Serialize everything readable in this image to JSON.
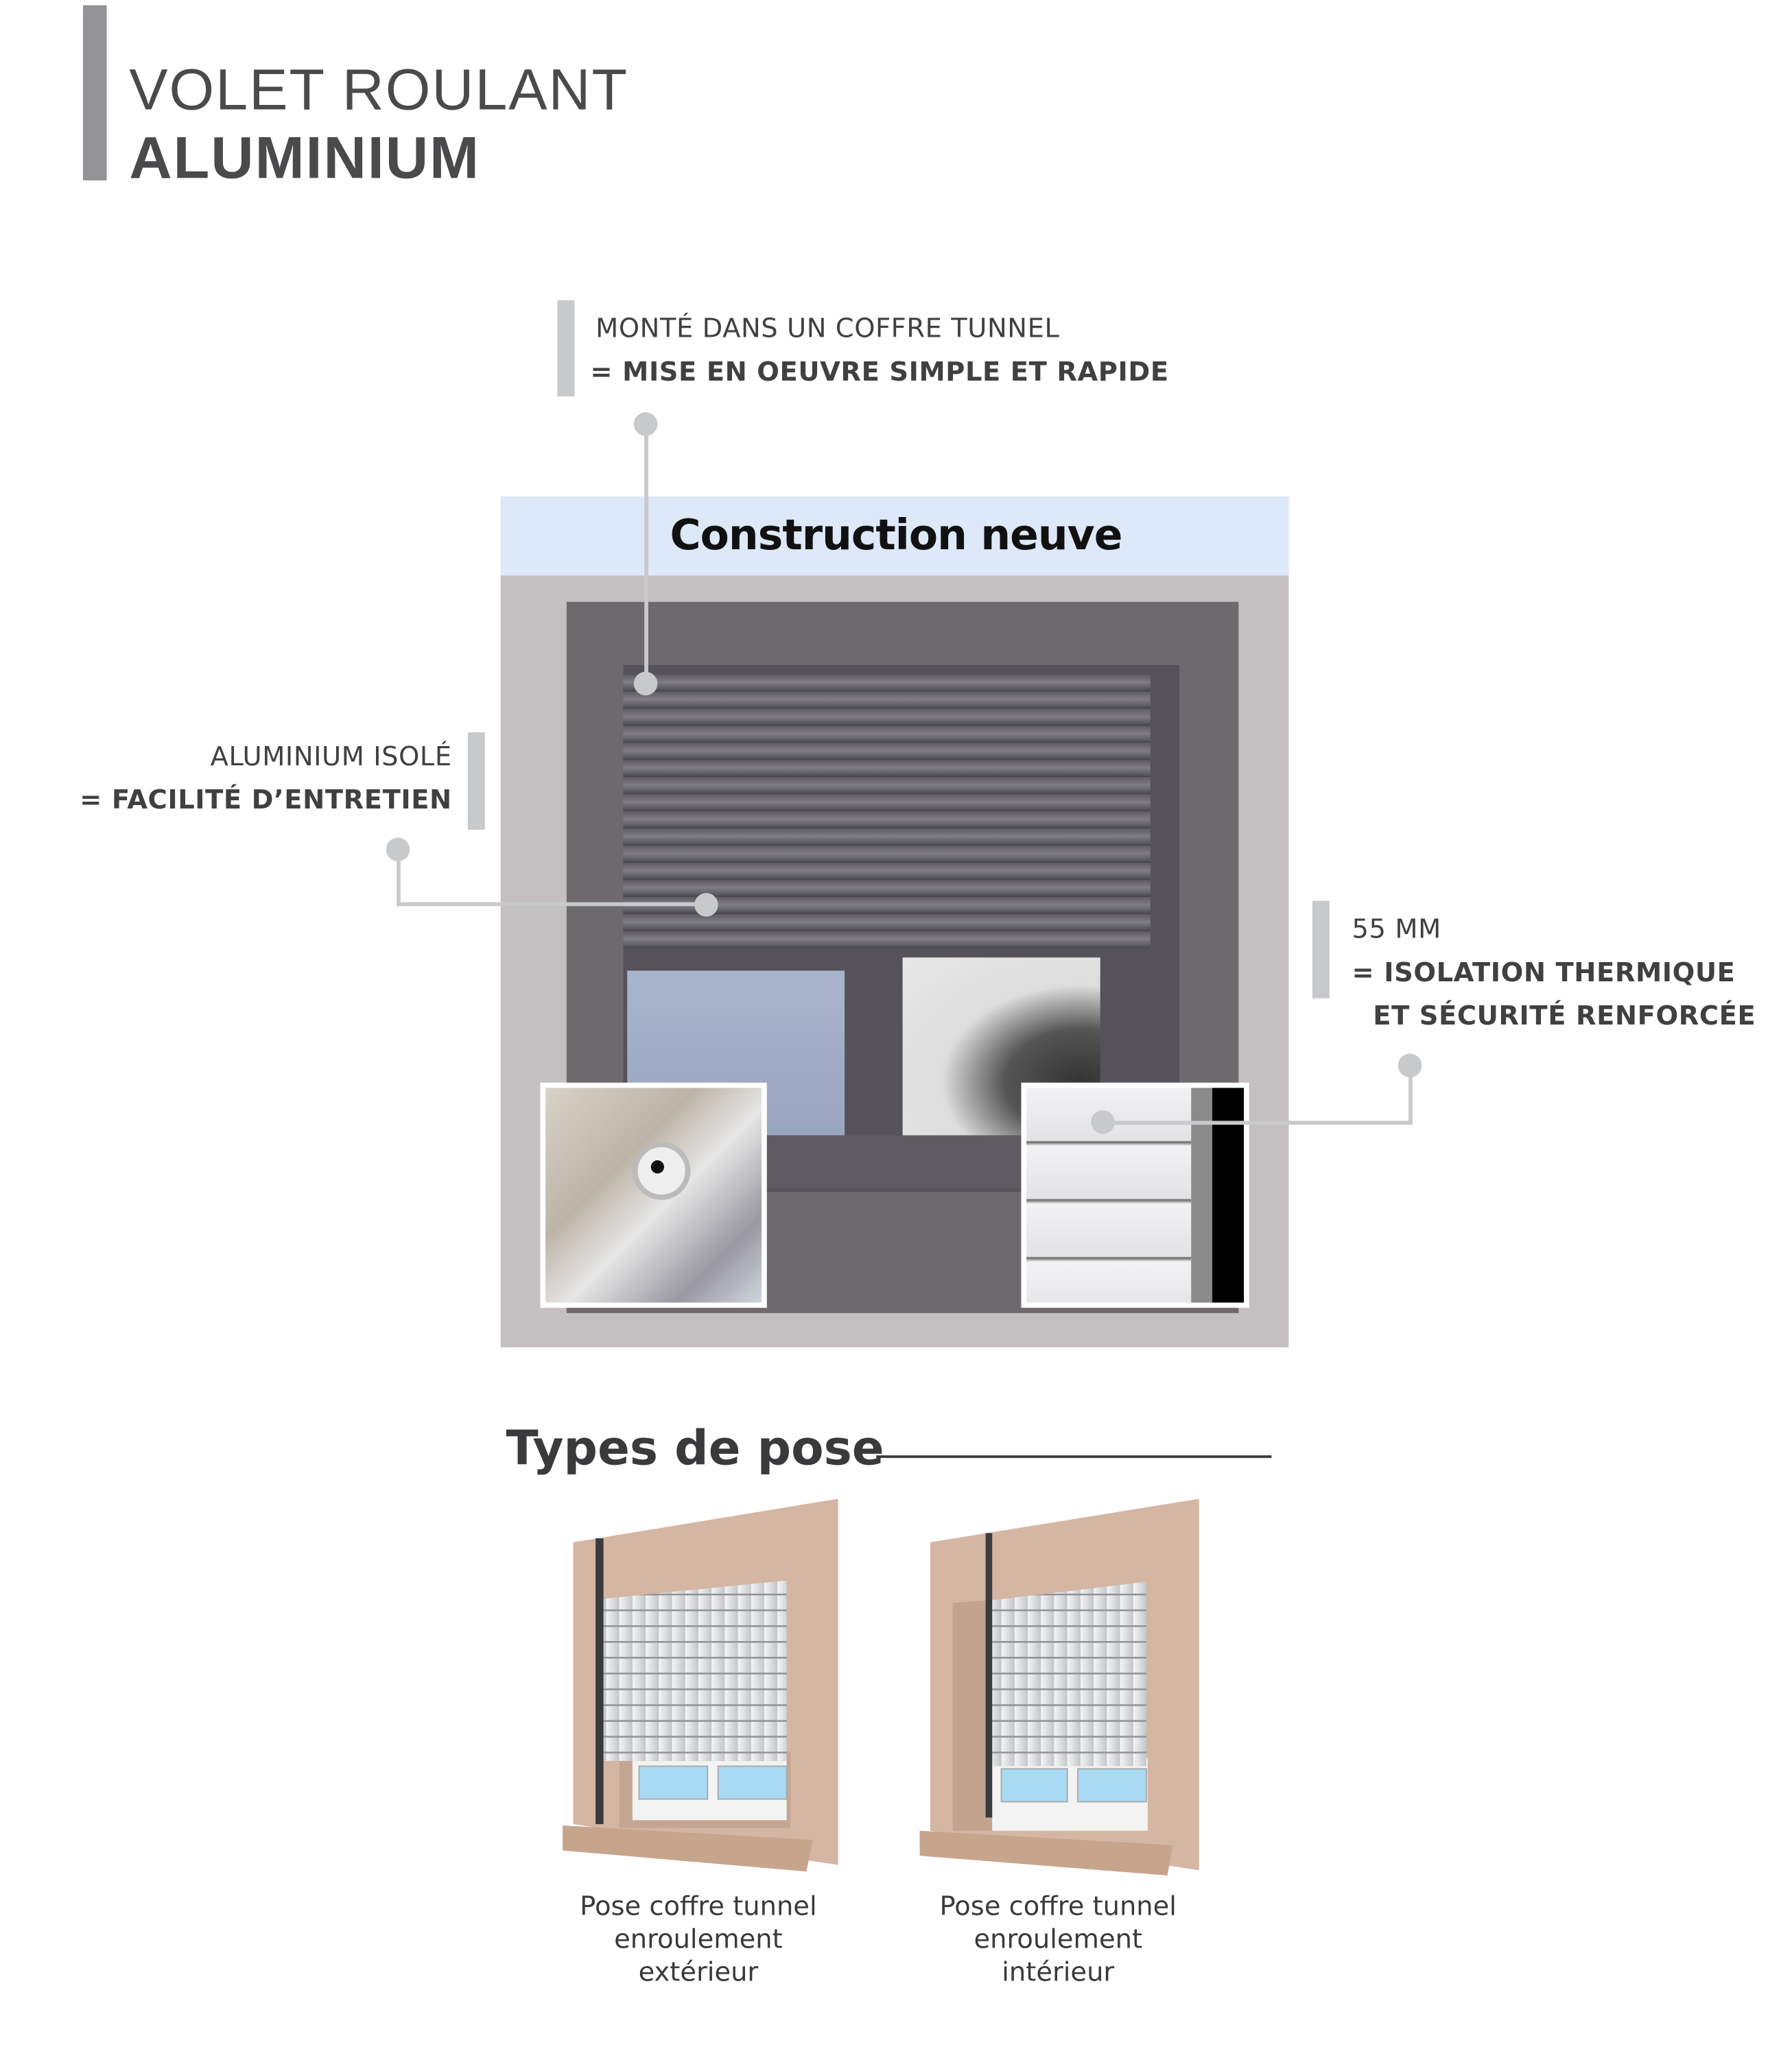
{
  "header": {
    "line1": "VOLET ROULANT",
    "line2": "ALUMINIUM"
  },
  "callouts": {
    "coffre": {
      "line1": "MONTÉ DANS UN COFFRE TUNNEL",
      "line2": "= MISE EN OEUVRE SIMPLE ET RAPIDE"
    },
    "aluminium": {
      "line1": "ALUMINIUM ISOLÉ",
      "line2": "= FACILITÉ D’ENTRETIEN"
    },
    "lame": {
      "line1": "55 MM",
      "line2": "= ISOLATION THERMIQUE",
      "line3": "ET SÉCURITÉ RENFORCÉE"
    }
  },
  "photo": {
    "banner": "Construction neuve"
  },
  "types": {
    "title": "Types de pose",
    "items": [
      {
        "line1": "Pose coffre tunnel",
        "line2": "enroulement",
        "line3": "extérieur"
      },
      {
        "line1": "Pose coffre tunnel",
        "line2": "enroulement",
        "line3": "intérieur"
      }
    ]
  },
  "colors": {
    "accent_bar": "#939396",
    "callout_line": "#c8c9cb",
    "banner_bg": "#dde8f8",
    "wall": "#d4b6a3"
  }
}
